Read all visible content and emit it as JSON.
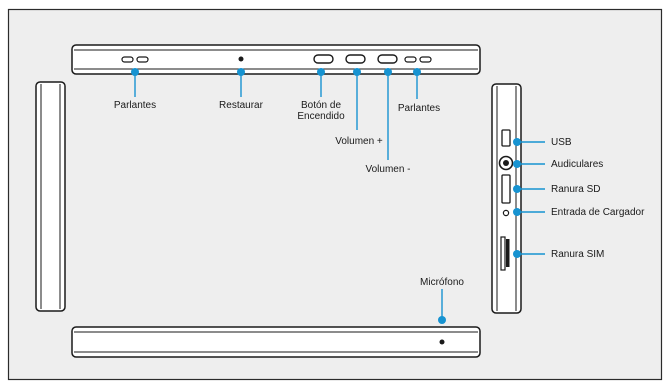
{
  "colors": {
    "background": "#eeeeee",
    "frame": "#2b2b2b",
    "device_outline": "#1a1a1a",
    "device_fill": "#ffffff",
    "accent": "#1793d1",
    "text": "#1a1a1a"
  },
  "top_edge": {
    "labels": {
      "speakers_left": "Parlantes",
      "reset": "Restaurar",
      "power_line1": "Botón de",
      "power_line2": "Encendido",
      "volume_up": "Volumen +",
      "volume_down": "Volumen -",
      "speakers_right": "Parlantes"
    }
  },
  "right_edge": {
    "labels": {
      "usb": "USB",
      "headphones": "Audiculares",
      "sd_slot": "Ranura SD",
      "charger": "Entrada de Cargador",
      "sim_slot": "Ranura SIM"
    }
  },
  "bottom_edge": {
    "labels": {
      "microphone": "Micrófono"
    }
  }
}
